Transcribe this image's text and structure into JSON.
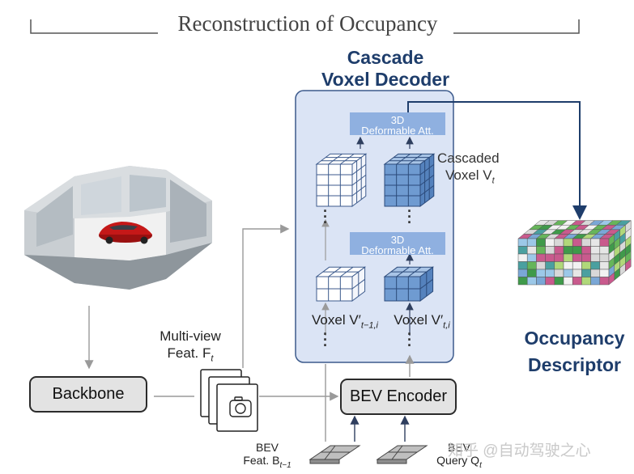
{
  "title": "Reconstruction of Occupancy",
  "decoder": {
    "title_line1": "Cascade",
    "title_line2": "Voxel Decoder",
    "attention_top": {
      "line1": "3D",
      "line2": "Deformable Att."
    },
    "attention_bottom": {
      "line1": "3D",
      "line2": "Deformable Att."
    },
    "cascaded_voxel_label": "Cascaded",
    "cascaded_voxel_symbol": "Voxel V",
    "cascaded_voxel_sub": "t",
    "voxel_prev": "Voxel V′",
    "voxel_prev_sub": "t−1,i",
    "voxel_curr": "Voxel V′",
    "voxel_curr_sub": "t,i"
  },
  "backbone_label": "Backbone",
  "bev_encoder_label": "BEV Encoder",
  "multiview": {
    "line1": "Multi-view",
    "line2": "Feat. F",
    "sub": "t"
  },
  "bev_feat": {
    "line1": "BEV",
    "line2": "Feat. B",
    "sub": "t−1"
  },
  "bev_query": {
    "line1": "BEV",
    "line2": "Query Q",
    "sub": "t"
  },
  "occupancy": {
    "line1": "Occupancy",
    "line2": "Descriptor"
  },
  "watermark": "知乎 @自动驾驶之心",
  "colors": {
    "decoder_bg": "#dbe4f5",
    "decoder_border": "#3c5a8c",
    "attention_box": "#8fb0e0",
    "voxel_blue": "#6f9bd1",
    "voxel_white": "#ffffff",
    "title_blue": "#1e3d6b",
    "arrow_gray": "#9a9a9a",
    "arrow_dark": "#2f3f5f"
  }
}
